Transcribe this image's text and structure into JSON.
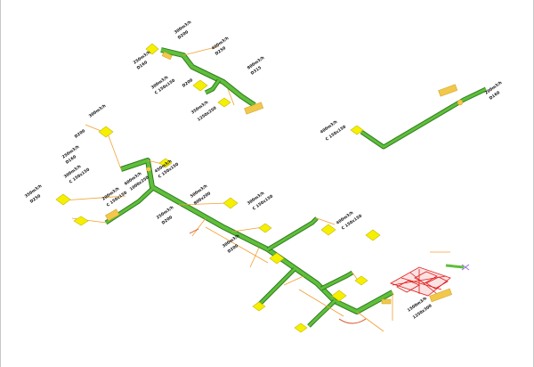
{
  "colors": {
    "background": "#ffffff",
    "duct": "#5fbf3a",
    "duct_edge": "#2f7d1f",
    "branch": "#f0a030",
    "diffuser": "#f5f000",
    "fitting": "#f2c84b",
    "equipment": "#e21b1b",
    "damper": "#9a6fd8",
    "label": "#111111"
  },
  "labels": {
    "l01": "300m3/h",
    "l02": "D200",
    "l03": "400m3/h",
    "l04": "D250",
    "l05": "250m3/h",
    "l06": "D160",
    "l07": "800m3/h",
    "l08": "D315",
    "l09": "300m3/h",
    "l10": "C 150x150",
    "l11": "D200",
    "l12": "350m3/h",
    "l13": "1250x250",
    "l14": "200m3/h",
    "l15": "D160",
    "l16": "400m3/h",
    "l17": "C 150x150",
    "l18": "300m3/h",
    "l19": "D200",
    "l20": "250m3/h",
    "l21": "D160",
    "l22": "450m3/h",
    "l23": "C 150x150",
    "l24": "600m3/h",
    "l25": "1000x250",
    "l26": "300m3/h",
    "l27": "C 150x150",
    "l28": "350m3/h",
    "l29": "D250",
    "l30": "200m3/h",
    "l31": "C 150x150",
    "l32": "500m3/h",
    "l33": "800x200",
    "l34": "300m3/h",
    "l35": "C 150x150",
    "l36": "250m3/h",
    "l37": "D200",
    "l38": "400m3/h",
    "l39": "C 150x150",
    "l40": "300m3/h",
    "l41": "D200",
    "l42": "1500m3/h",
    "l43": "1250x300"
  }
}
